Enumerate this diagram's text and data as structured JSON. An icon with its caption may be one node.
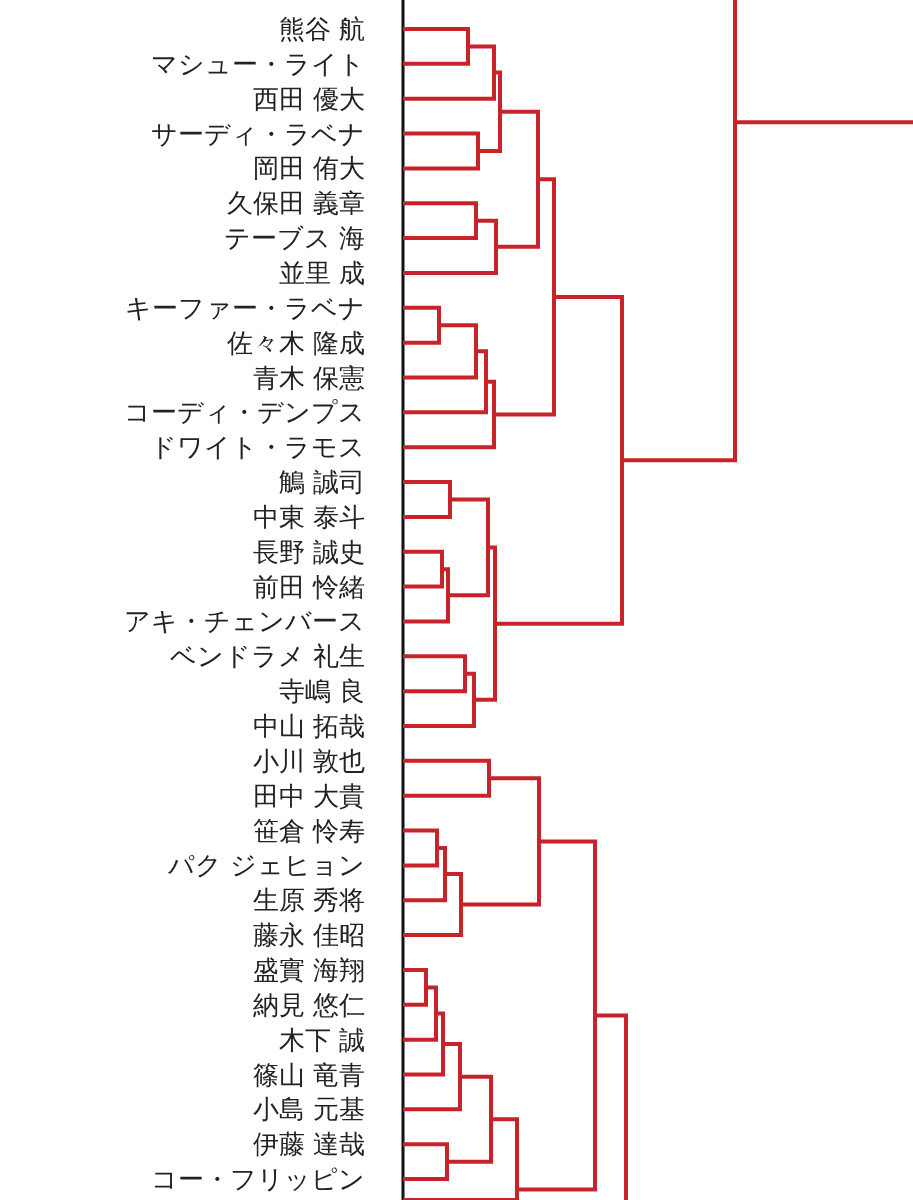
{
  "diagram": {
    "labels": [
      "熊谷 航",
      "マシュー・ライト",
      "西田 優大",
      "サーディ・ラベナ",
      "岡田 侑大",
      "久保田 義章",
      "テーブス 海",
      "並里 成",
      "キーファー・ラベナ",
      "佐々木 隆成",
      "青木 保憲",
      "コーディ・デンプス",
      "ドワイト・ラモス",
      "鵤 誠司",
      "中東 泰斗",
      "長野 誠史",
      "前田 怜緒",
      "アキ・チェンバース",
      "ベンドラメ 礼生",
      "寺嶋 良",
      "中山 拓哉",
      "小川 敦也",
      "田中 大貴",
      "笹倉 怜寿",
      "パク ジェヒョン",
      "生原 秀将",
      "藤永 佳昭",
      "盛實 海翔",
      "納見 悠仁",
      "木下 誠",
      "篠山 竜青",
      "小島 元基",
      "伊藤 達哉",
      "コー・フリッピン"
    ]
  }
}
